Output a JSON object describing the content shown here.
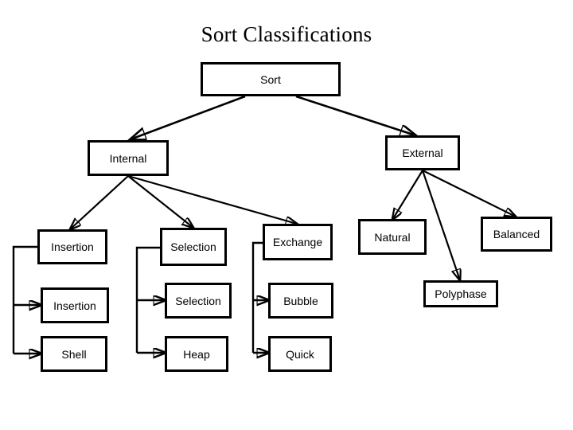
{
  "title": "Sort Classifications",
  "colors": {
    "background": "#ffffff",
    "stroke": "#000000",
    "node_fill": "#ffffff",
    "text": "#000000"
  },
  "diagram": {
    "type": "tree",
    "root": {
      "label": "Sort"
    },
    "level2": [
      {
        "label": "Internal"
      },
      {
        "label": "External"
      }
    ],
    "internal_children": [
      {
        "label": "Insertion"
      },
      {
        "label": "Selection"
      },
      {
        "label": "Exchange"
      }
    ],
    "external_children": [
      {
        "label": "Natural"
      },
      {
        "label": "Polyphase"
      },
      {
        "label": "Balanced"
      }
    ],
    "insertion_column": [
      {
        "label": "Insertion"
      },
      {
        "label": "Shell"
      }
    ],
    "selection_column": [
      {
        "label": "Selection"
      },
      {
        "label": "Heap"
      }
    ],
    "exchange_column": [
      {
        "label": "Bubble"
      },
      {
        "label": "Quick"
      }
    ]
  },
  "nodes": {
    "sort": "Sort",
    "internal": "Internal",
    "external": "External",
    "insertion_1": "Insertion",
    "selection_1": "Selection",
    "exchange": "Exchange",
    "natural": "Natural",
    "balanced": "Balanced",
    "polyphase": "Polyphase",
    "insertion_2": "Insertion",
    "selection_2": "Selection",
    "bubble": "Bubble",
    "shell": "Shell",
    "heap": "Heap",
    "quick": "Quick"
  }
}
